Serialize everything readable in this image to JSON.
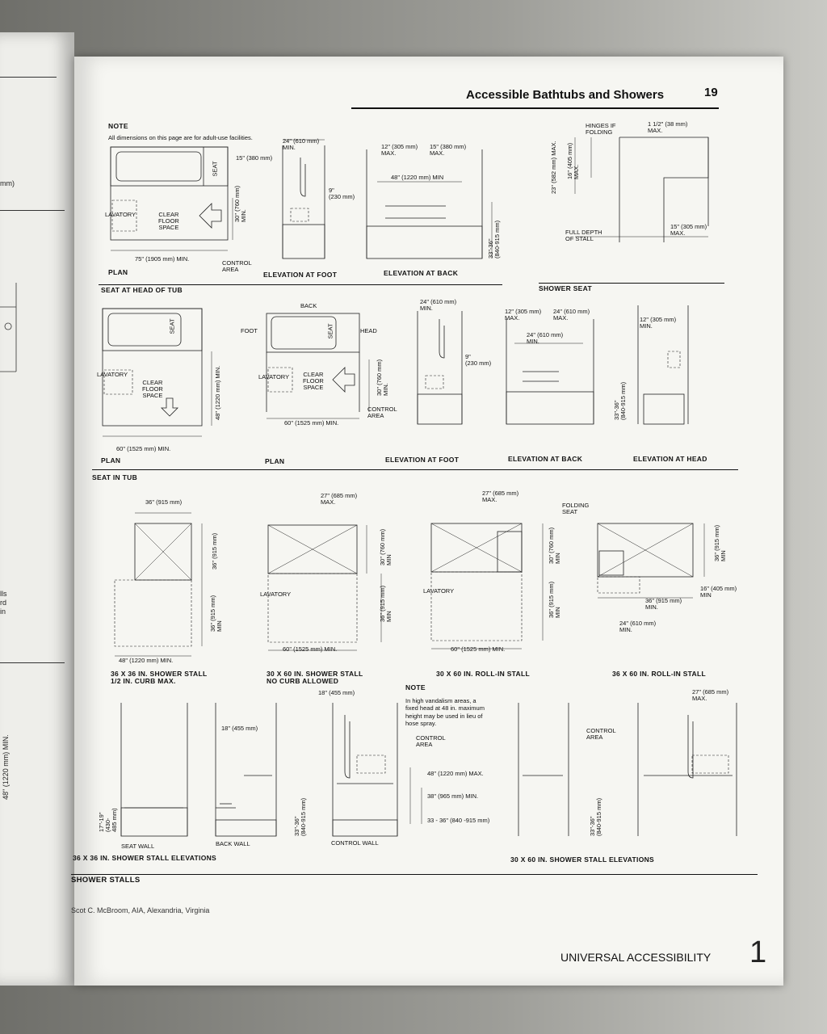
{
  "header": {
    "title": "Accessible Bathtubs and Showers",
    "page_number": "19"
  },
  "left_page": {
    "snippet_mm": "mm)",
    "snippet_lls": "lls",
    "snippet_rd": "rd",
    "snippet_in": "in",
    "snippet_dim": "48\" (1220 mm) MIN."
  },
  "top_section": {
    "note_heading": "NOTE",
    "note_text": "All dimensions on this page are for adult-use facilities.",
    "plan": {
      "label": "PLAN",
      "seat": "SEAT",
      "dim_15": "15\" (380 mm)",
      "lavatory": "LAVATORY",
      "clear_floor": "CLEAR\nFLOOR\nSPACE",
      "dim_30": "30\" (760 mm)\nMIN.",
      "dim_75": "75\" (1905 mm) MIN.",
      "control_area": "CONTROL\nAREA"
    },
    "elev_foot": {
      "label": "ELEVATION AT FOOT",
      "dim_24": "24\" (610 mm)\nMIN.",
      "dim_9": "9\"\n(230 mm)"
    },
    "elev_back": {
      "label": "ELEVATION AT BACK",
      "dim_12": "12\" (305 mm)\nMAX.",
      "dim_15": "15\" (380 mm)\nMAX.",
      "dim_48": "48\" (1220 mm) MIN",
      "dim_33": "33\"-36\"\n(840-915 mm)"
    },
    "seat_detail": {
      "hinges": "HINGES IF\nFOLDING",
      "dim_1_5": "1 1/2\" (38 mm)\nMAX.",
      "dim_23": "23\" (582 mm) MAX.",
      "dim_16": "16\" (405 mm)\nMAX.",
      "full_depth": "FULL DEPTH\nOF STALL",
      "dim_15": "15\" (305 mm)\nMAX."
    },
    "section_title": "SEAT AT HEAD OF TUB",
    "shower_seat_title": "SHOWER SEAT"
  },
  "middle_section": {
    "plan1": {
      "label": "PLAN",
      "seat": "SEAT",
      "lavatory": "LAVATORY",
      "clear_floor": "CLEAR\nFLOOR\nSPACE",
      "dim_48": "48\" (1220 mm) MIN.",
      "dim_60": "60\" (1525 mm) MIN."
    },
    "plan2": {
      "label": "PLAN",
      "back": "BACK",
      "foot": "FOOT",
      "head": "HEAD",
      "seat": "SEAT",
      "lavatory": "LAVATORY",
      "clear_floor": "CLEAR\nFLOOR\nSPACE",
      "dim_30": "30\" (760 mm)\nMIN.",
      "dim_60": "60\" (1525 mm) MIN.",
      "control_area": "CONTROL\nAREA"
    },
    "elev_foot": {
      "label": "ELEVATION AT FOOT",
      "dim_24": "24\" (610 mm)\nMIN.",
      "dim_9": "9\"\n(230 mm)"
    },
    "elev_back": {
      "label": "ELEVATION AT BACK",
      "dim_12": "12\" (305 mm)\nMAX.",
      "dim_24a": "24\" (610 mm)\nMAX.",
      "dim_24b": "24\" (610 mm)\nMIN.",
      "dim_33": "33\"-36\"\n(840-915 mm)"
    },
    "elev_head": {
      "label": "ELEVATION AT HEAD",
      "dim_12": "12\" (305 mm)\nMIN."
    },
    "section_title": "SEAT IN TUB"
  },
  "stalls_section": {
    "stall1": {
      "label": "36 X 36 IN. SHOWER STALL\n1/2 IN. CURB MAX.",
      "dim_36w": "36\" (915 mm)",
      "dim_36h": "36\" (915 mm)",
      "dim_36min": "36\" (915 mm)\nMIN",
      "dim_48": "48\" (1220 mm) MIN."
    },
    "stall2": {
      "label": "30 X 60 IN. SHOWER STALL\nNO CURB ALLOWED",
      "dim_27": "27\" (685 mm)\nMAX.",
      "dim_30": "30\" (760 mm)\nMIN",
      "dim_36": "36\" (915 mm)\nMIN",
      "lavatory": "LAVATORY",
      "dim_60": "60\" (1525 mm) MIN."
    },
    "stall3": {
      "label": "30 X 60 IN. ROLL-IN STALL",
      "dim_27": "27\" (685 mm)\nMAX.",
      "folding_seat": "FOLDING\nSEAT",
      "dim_30": "30\" (760 mm)\nMIN",
      "dim_36": "36\" (915 mm)\nMIN",
      "lavatory": "LAVATORY",
      "dim_60": "60\" (1525 mm) MIN."
    },
    "stall4": {
      "label": "36 X 60 IN. ROLL-IN STALL",
      "dim_36a": "36\" (915 mm)\nMIN",
      "dim_16": "16\" (405 mm)\nMIN",
      "dim_36b": "36\" (915 mm)\nMIN.",
      "dim_24": "24\" (610 mm)\nMIN."
    }
  },
  "elevations_section": {
    "note_heading": "NOTE",
    "note_text": "In high vandalism areas, a\nfixed head at 48 in. maximum\nheight may be used in lieu of\nhose spray.",
    "seat_wall": "SEAT WALL",
    "back_wall": "BACK WALL",
    "control_wall": "CONTROL WALL",
    "dim_17": "17\"-19\"\n(430-\n485 mm)",
    "dim_18a": "18\" (455 mm)",
    "dim_18b": "18\" (455 mm)",
    "dim_33a": "33\"-36\"\n(840-915 mm)",
    "control_area1": "CONTROL\nAREA",
    "dim_48": "48\" (1220 mm) MAX.",
    "dim_38": "38\" (965 mm) MIN.",
    "dim_33b": "33 - 36\" (840 -915 mm)",
    "dim_33c": "33\"-36\"\n(840-915 mm)",
    "control_area2": "CONTROL\nAREA",
    "dim_27": "27\" (685 mm)\nMAX.",
    "label_36": "36 X 36 IN. SHOWER STALL ELEVATIONS",
    "label_30": "30 X 60 IN. SHOWER STALL ELEVATIONS",
    "section_title": "SHOWER STALLS"
  },
  "footer": {
    "credit": "Scot C. McBroom, AIA, Alexandria, Virginia",
    "chapter": "UNIVERSAL ACCESSIBILITY",
    "chapter_number": "1"
  }
}
